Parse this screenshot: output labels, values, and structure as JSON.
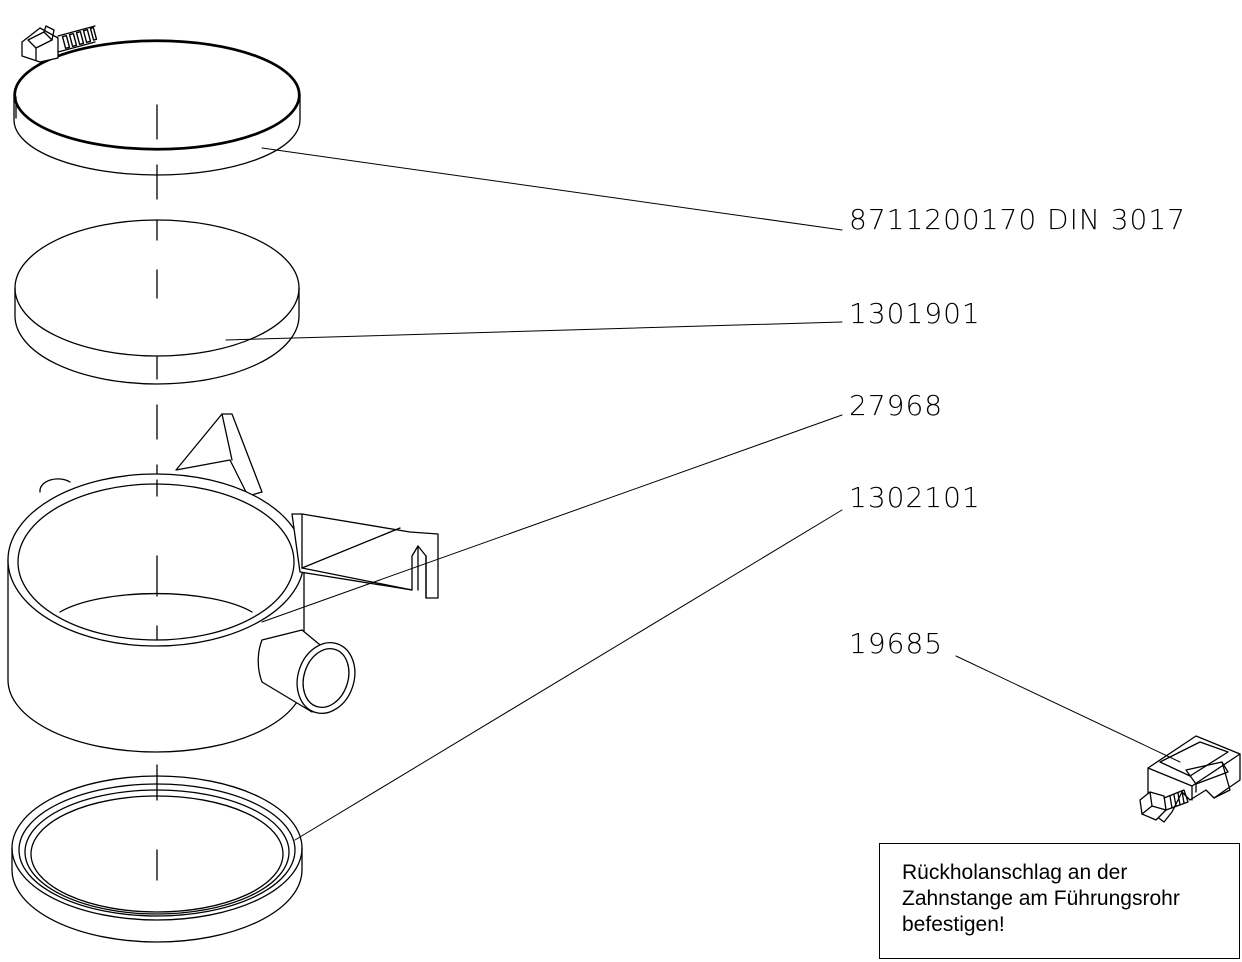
{
  "labels": {
    "clamp": "8711200170  DIN  3017",
    "disc": "1301901",
    "housing": "27968",
    "ring": "1302101",
    "bracket": "19685"
  },
  "note": {
    "line1": "Rückholanschlag an der",
    "line2": "Zahnstange am Führungsrohr",
    "line3": "befestigen!"
  },
  "colors": {
    "line": "#000000",
    "background": "#ffffff"
  }
}
